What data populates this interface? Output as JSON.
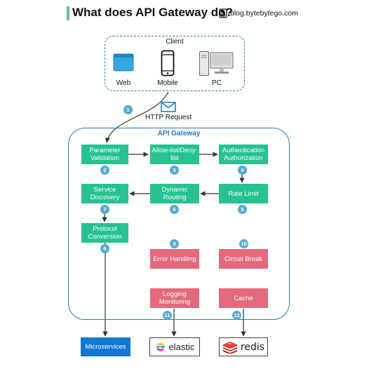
{
  "header": {
    "title": "What does API Gateway do?",
    "brand": "blog.bytebytego.com"
  },
  "client": {
    "title": "Client",
    "devices": [
      {
        "label": "Web",
        "icon": "browser-window-icon"
      },
      {
        "label": "Mobile",
        "icon": "mobile-phone-icon"
      },
      {
        "label": "PC",
        "icon": "desktop-computer-icon"
      }
    ]
  },
  "request": {
    "step": "1",
    "label": "HTTP Request",
    "icon": "envelope-icon"
  },
  "gateway": {
    "title": "API Gateway",
    "steps": [
      {
        "label": "Parameter Validation",
        "step": "2"
      },
      {
        "label": "Allow-list/Deny-list",
        "step": "3"
      },
      {
        "label": "Authentication Authorization",
        "step": "4"
      },
      {
        "label": "Rate Limit",
        "step": "5"
      },
      {
        "label": "Dynamic Routing",
        "step": "6"
      },
      {
        "label": "Service Discovery",
        "step": "7"
      },
      {
        "label": "Protocol Conversion",
        "step": "8"
      },
      {
        "label": "Error Handling",
        "step": "9"
      },
      {
        "label": "Circuit Break",
        "step": "10"
      },
      {
        "label": "Logging Monitoring",
        "step": "11"
      },
      {
        "label": "Cache",
        "step": "12"
      }
    ]
  },
  "targets": {
    "microservices": "Microservices",
    "elastic": "elastic",
    "redis": "redis"
  },
  "colors": {
    "flow_step": "#26c291",
    "aux_step": "#e46a7b",
    "badge": "#5aa9cf",
    "border": "#2b78b8",
    "microservices": "#1178d6"
  }
}
